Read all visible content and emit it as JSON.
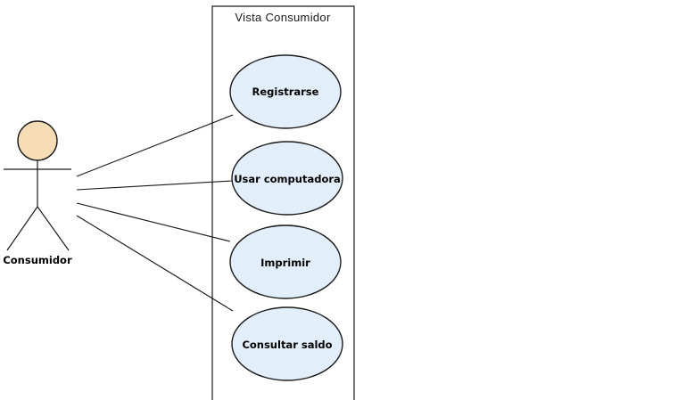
{
  "system": {
    "title": "Vista Consumidor"
  },
  "actor": {
    "name": "Consumidor"
  },
  "use_cases": [
    {
      "label": "Registrarse"
    },
    {
      "label": "Usar computadora"
    },
    {
      "label": "Imprimir"
    },
    {
      "label": "Consultar saldo"
    }
  ],
  "colors": {
    "use_case_fill": "#E3EEFB",
    "actor_head_fill": "#F7DDB5",
    "stroke": "#1a1a1a",
    "system_border": "#1a1a1a"
  }
}
